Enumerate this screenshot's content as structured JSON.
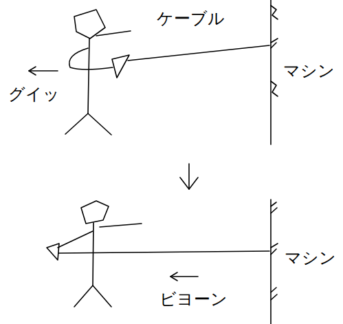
{
  "diagram": {
    "labels": [
      "ケーブル",
      "グイッ",
      "マシン",
      "マシン",
      "ビヨーン"
    ]
  }
}
